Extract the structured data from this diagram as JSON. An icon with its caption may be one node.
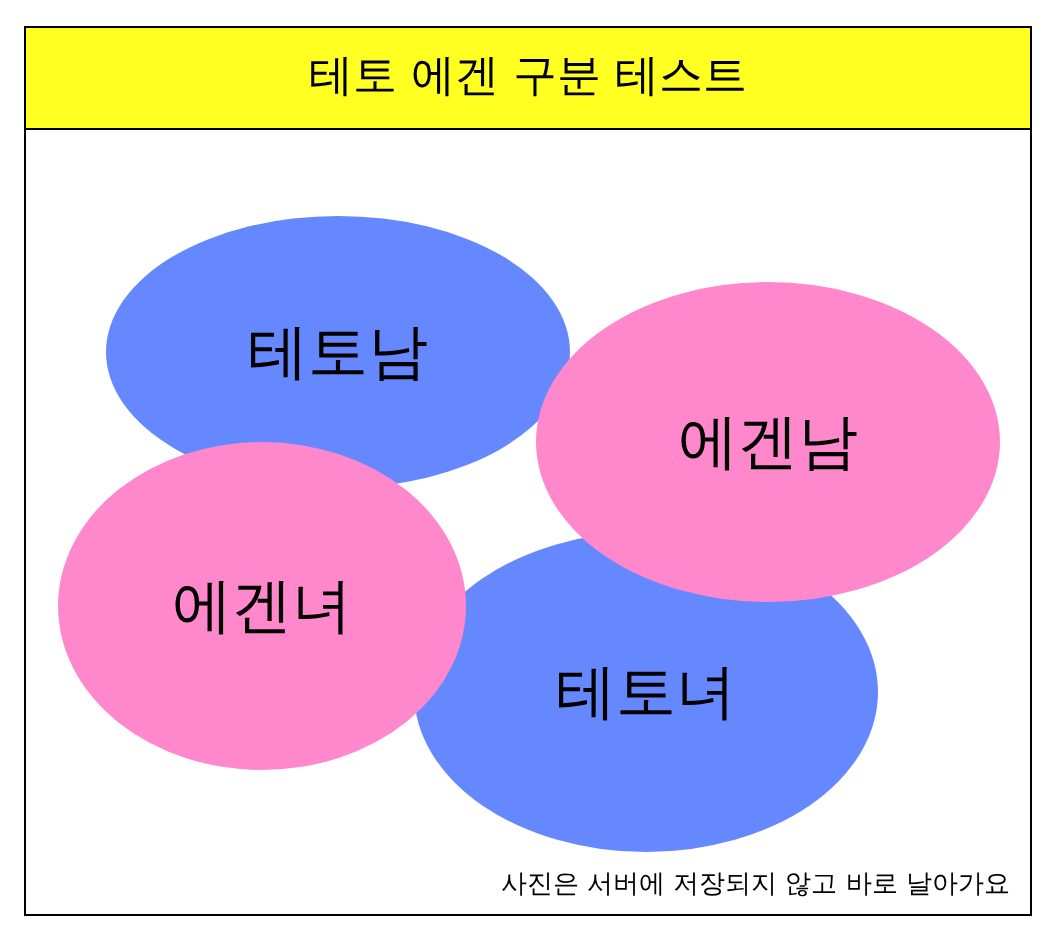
{
  "diagram": {
    "title": "테토 에겐 구분 테스트",
    "nodes": [
      {
        "text": [
          "테토남"
        ]
      },
      {
        "text": [
          "에겐남"
        ]
      },
      {
        "text": [
          "에겐녀"
        ]
      },
      {
        "text": [
          "테토녀"
        ]
      }
    ],
    "labels": [
      "사진은 서버에 저장되지 않고 바로 날아가요"
    ]
  }
}
